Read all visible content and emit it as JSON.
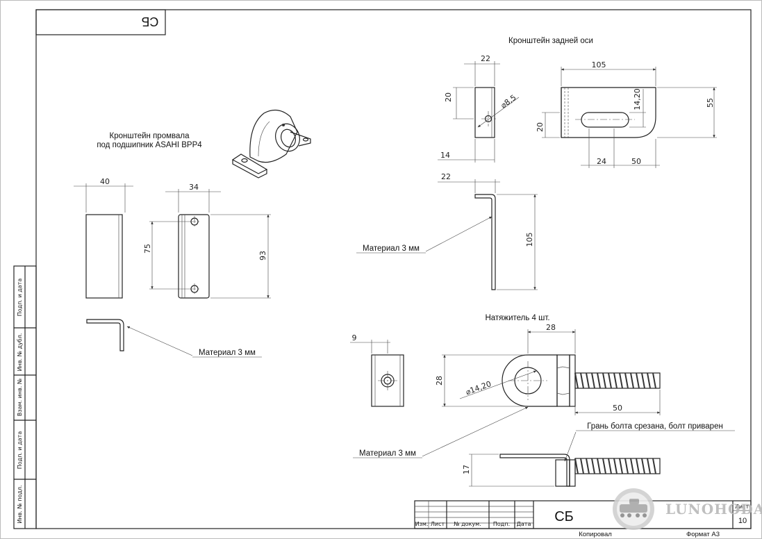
{
  "sheet": {
    "corner_stamp": "СБ",
    "format_label": "Формат А3",
    "copied_label": "Копировал"
  },
  "side_stamp": {
    "fields": [
      "Подп. и дата",
      "Инв. № дубл.",
      "Взам. инв. №",
      "Подп. и дата",
      "Инв. № подл."
    ]
  },
  "title_block": {
    "doc_code": "СБ",
    "headers": [
      "Изм.",
      "Лист",
      "№ докум.",
      "Подп.",
      "Дата"
    ],
    "sheet_label": "Лист",
    "sheet_number": "10"
  },
  "views": {
    "rear_axle": {
      "title": "Кронштейн задней оси",
      "dims": {
        "side_width": "22",
        "side_height": "20",
        "hole_dia": "⌀8,5",
        "side_bottom": "14",
        "front_width": "105",
        "slot_width": "14,20",
        "front_height": "55",
        "left_height": "20",
        "slot_length": "24",
        "slot_offset": "50"
      }
    },
    "prop_shaft": {
      "title_line1": "Кронштейн промвала",
      "title_line2": "под подшипник ASAHI BPP4",
      "dims": {
        "side_width": "40",
        "front_width": "34",
        "hole_pitch": "75",
        "height": "93"
      },
      "material": "Материал 3 мм"
    },
    "rear_profile": {
      "dims": {
        "flange": "22",
        "height": "105"
      },
      "material": "Материал 3 мм"
    },
    "tensioner": {
      "title": "Натяжитель 4 шт.",
      "dims": {
        "block_width": "9",
        "eye_width": "28",
        "height": "28",
        "hole_dia": "⌀14,20",
        "bolt_length": "50",
        "side_height": "17"
      },
      "material": "Материал 3 мм",
      "bolt_note": "Грань болта срезана, болт приварен"
    }
  },
  "watermark": {
    "text": "LUNOHODA.NET"
  }
}
